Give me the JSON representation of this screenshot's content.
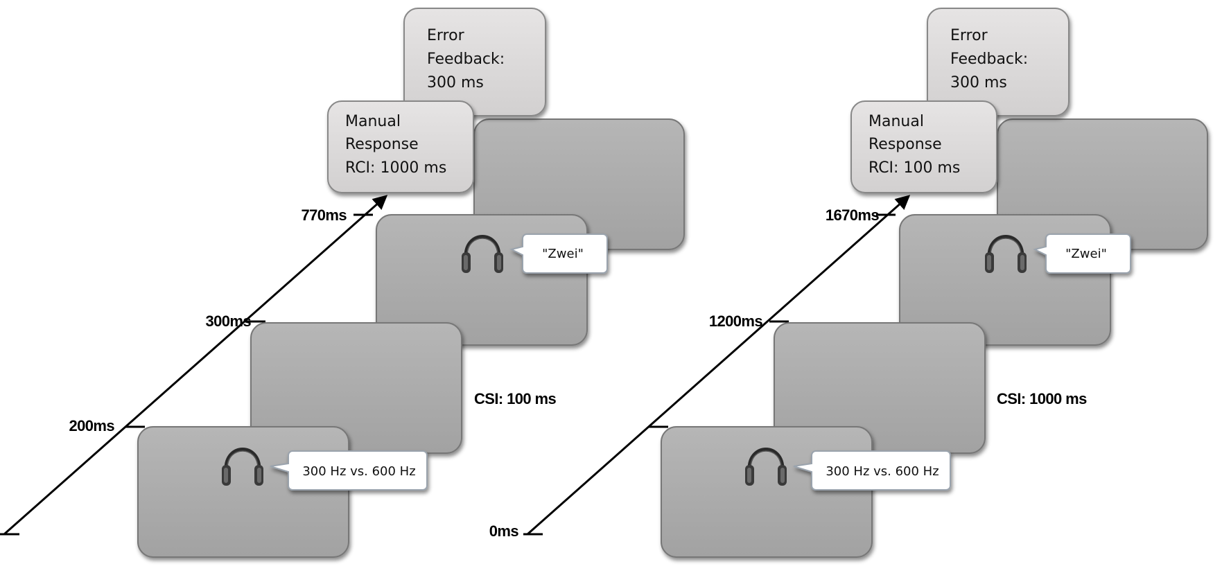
{
  "panels": [
    {
      "error_feedback": [
        "Error",
        "Feedback:",
        "300 ms"
      ],
      "manual_response": [
        "Manual",
        "Response",
        "RCI: 1000 ms"
      ],
      "speech_stimulus": "\"Zwei\"",
      "tone_stimulus": "300 Hz vs. 600 Hz",
      "csi_label": "CSI: 100 ms",
      "time_ticks": [
        "770ms",
        "300ms",
        "200ms",
        ""
      ]
    },
    {
      "error_feedback": [
        "Error",
        "Feedback:",
        "300 ms"
      ],
      "manual_response": [
        "Manual",
        "Response",
        "RCI: 100 ms"
      ],
      "speech_stimulus": "\"Zwei\"",
      "tone_stimulus": "300 Hz vs. 600 Hz",
      "csi_label": "CSI: 1000 ms",
      "time_ticks": [
        "1670ms",
        "1200ms",
        "",
        "0ms"
      ]
    }
  ],
  "icons": {
    "audio": "headphones-icon"
  },
  "colors": {
    "screen": "#acacac",
    "label_box": "#dcdada",
    "outline": "#555555"
  }
}
